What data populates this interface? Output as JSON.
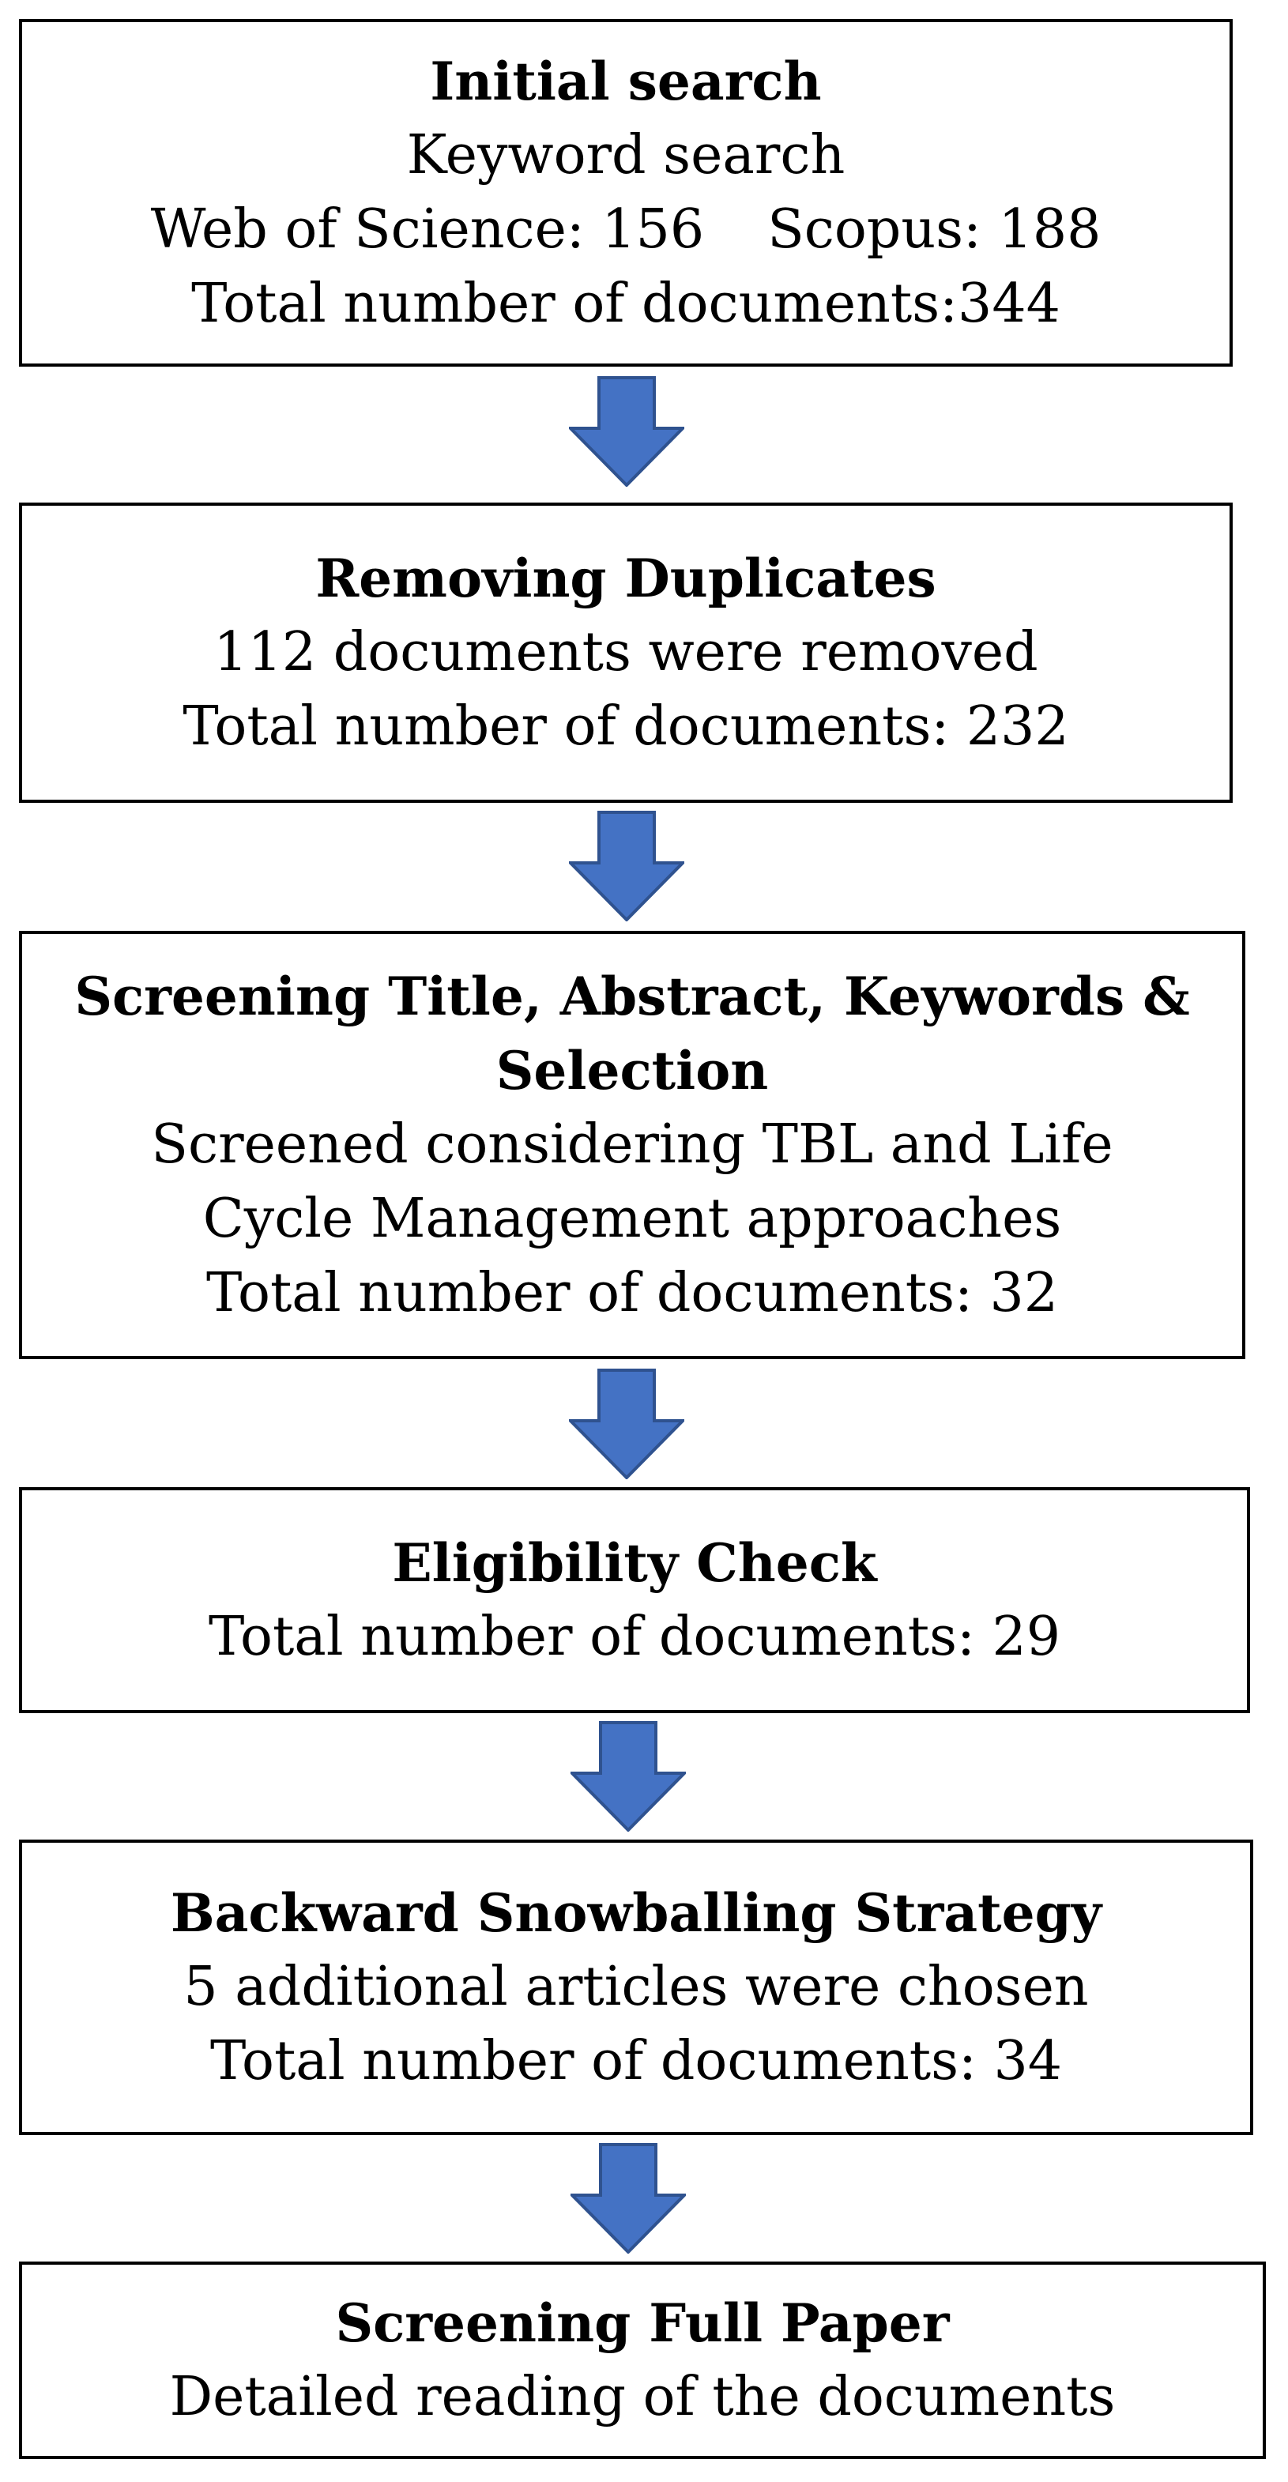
{
  "steps": [
    {
      "title": "Initial search",
      "line1": "Keyword search",
      "line2a": "Web of Science: 156",
      "line2b": "Scopus: 188",
      "line3": "Total number of documents:344"
    },
    {
      "title": "Removing Duplicates",
      "line1": "112 documents were removed",
      "line2": "Total number of documents: 232"
    },
    {
      "title1": "Screening Title, Abstract, Keywords &",
      "title2": "Selection",
      "line1": "Screened considering TBL and Life",
      "line2": "Cycle Management approaches",
      "line3": "Total number of documents: 32"
    },
    {
      "title": "Eligibility Check",
      "line1": "Total number of documents: 29"
    },
    {
      "title": "Backward Snowballing Strategy",
      "line1": "5 additional articles were chosen",
      "line2": "Total number of documents: 34"
    },
    {
      "title": "Screening Full Paper",
      "line1": "Detailed reading of the documents"
    }
  ],
  "colors": {
    "arrow_fill": "#4472C4",
    "arrow_stroke": "#2F528F",
    "box_border": "#000000"
  }
}
